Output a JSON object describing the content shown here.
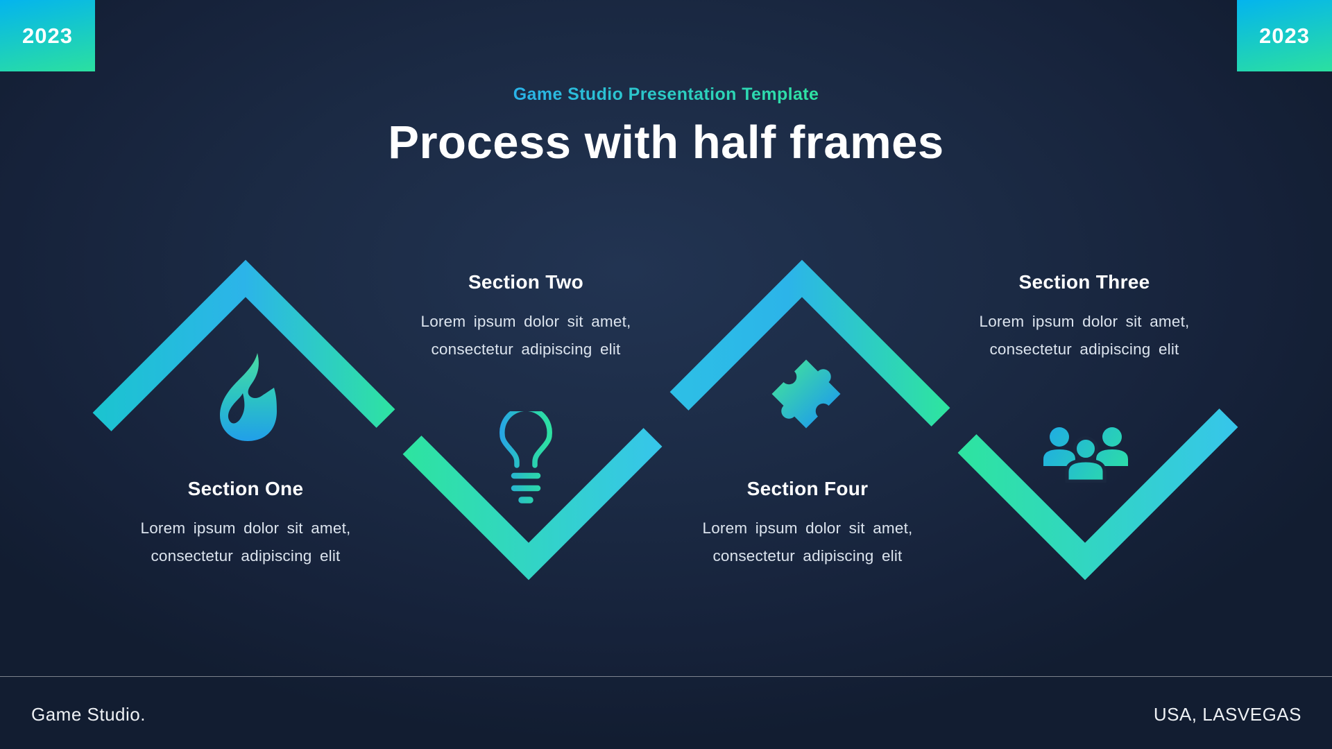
{
  "year_left": "2023",
  "year_right": "2023",
  "header": {
    "subtitle": "Game Studio Presentation Template",
    "title": "Process with half frames"
  },
  "sections": [
    {
      "heading": "Section One",
      "body_line1": "Lorem ipsum dolor sit amet,",
      "body_line2": "consectetur adipiscing elit",
      "icon": "flame-icon"
    },
    {
      "heading": "Section Two",
      "body_line1": "Lorem ipsum dolor sit amet,",
      "body_line2": "consectetur adipiscing elit",
      "icon": "lightbulb-icon"
    },
    {
      "heading": "Section Three",
      "body_line1": "Lorem ipsum dolor sit amet,",
      "body_line2": "consectetur adipiscing elit",
      "icon": "people-icon"
    },
    {
      "heading": "Section Four",
      "body_line1": "Lorem ipsum dolor sit amet,",
      "body_line2": "consectetur adipiscing elit",
      "icon": "puzzle-icon"
    }
  ],
  "footer": {
    "brand": "Game Studio.",
    "location": "USA, LASVEGAS"
  },
  "colors": {
    "accent_blue": "#2cb4e9",
    "accent_teal": "#1bc4cf",
    "accent_green": "#2ee3a1",
    "background": "#1a2740",
    "badge_gradient_top": "#04b4ee",
    "badge_gradient_bottom": "#2be0a0"
  }
}
